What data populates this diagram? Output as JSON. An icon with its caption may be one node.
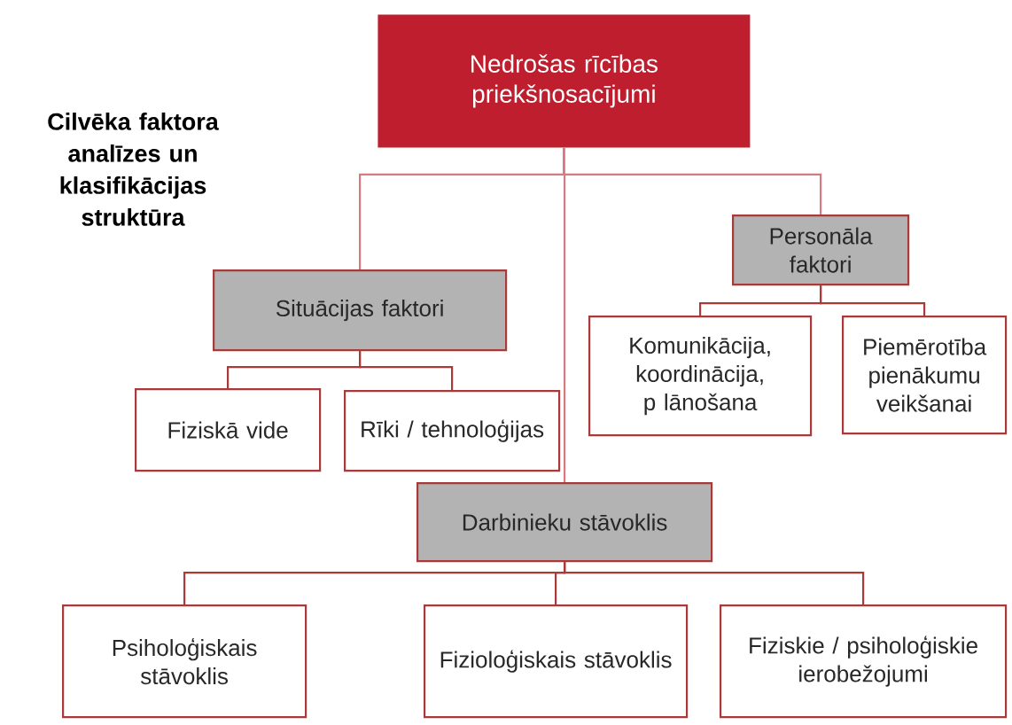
{
  "diagram": {
    "title": "Cilvēka faktora analīzes un klasifikācijas struktūra",
    "nodes": [
      {
        "text": [
          "Nedrošas rīcības priekšnosacījumi"
        ]
      },
      {
        "text": [
          "Situācijas faktori"
        ]
      },
      {
        "text": [
          "Personāla faktori"
        ]
      },
      {
        "text": [
          "Fiziskā vide"
        ]
      },
      {
        "text": [
          "Rīki / tehnoloģijas"
        ]
      },
      {
        "text": [
          "Komunikācija, koordinācija, p lānošana"
        ]
      },
      {
        "text": [
          "Piemērotība pienākumu veikšanai"
        ]
      },
      {
        "text": [
          "Darbinieku stāvoklis"
        ]
      },
      {
        "text": [
          "Psiholoģiskais stāvoklis"
        ]
      },
      {
        "text": [
          "Fizioloģiskais stāvoklis"
        ]
      },
      {
        "text": [
          "Fiziskie / psiholoģiskie ierobežojumi"
        ]
      }
    ],
    "edges": [
      {
        "from": 0,
        "to": 1,
        "arrow": "none",
        "color": "#d47a80"
      },
      {
        "from": 0,
        "to": 2,
        "arrow": "none",
        "color": "#d47a80"
      },
      {
        "from": 0,
        "to": 7,
        "arrow": "none",
        "color": "#d47a80"
      },
      {
        "from": 1,
        "to": 3,
        "arrow": "none"
      },
      {
        "from": 1,
        "to": 4,
        "arrow": "none"
      },
      {
        "from": 2,
        "to": 5,
        "arrow": "none"
      },
      {
        "from": 2,
        "to": 6,
        "arrow": "none"
      },
      {
        "from": 7,
        "to": 8,
        "arrow": "none"
      },
      {
        "from": 7,
        "to": 9,
        "arrow": "none"
      },
      {
        "from": 7,
        "to": 10,
        "arrow": "none"
      }
    ]
  }
}
